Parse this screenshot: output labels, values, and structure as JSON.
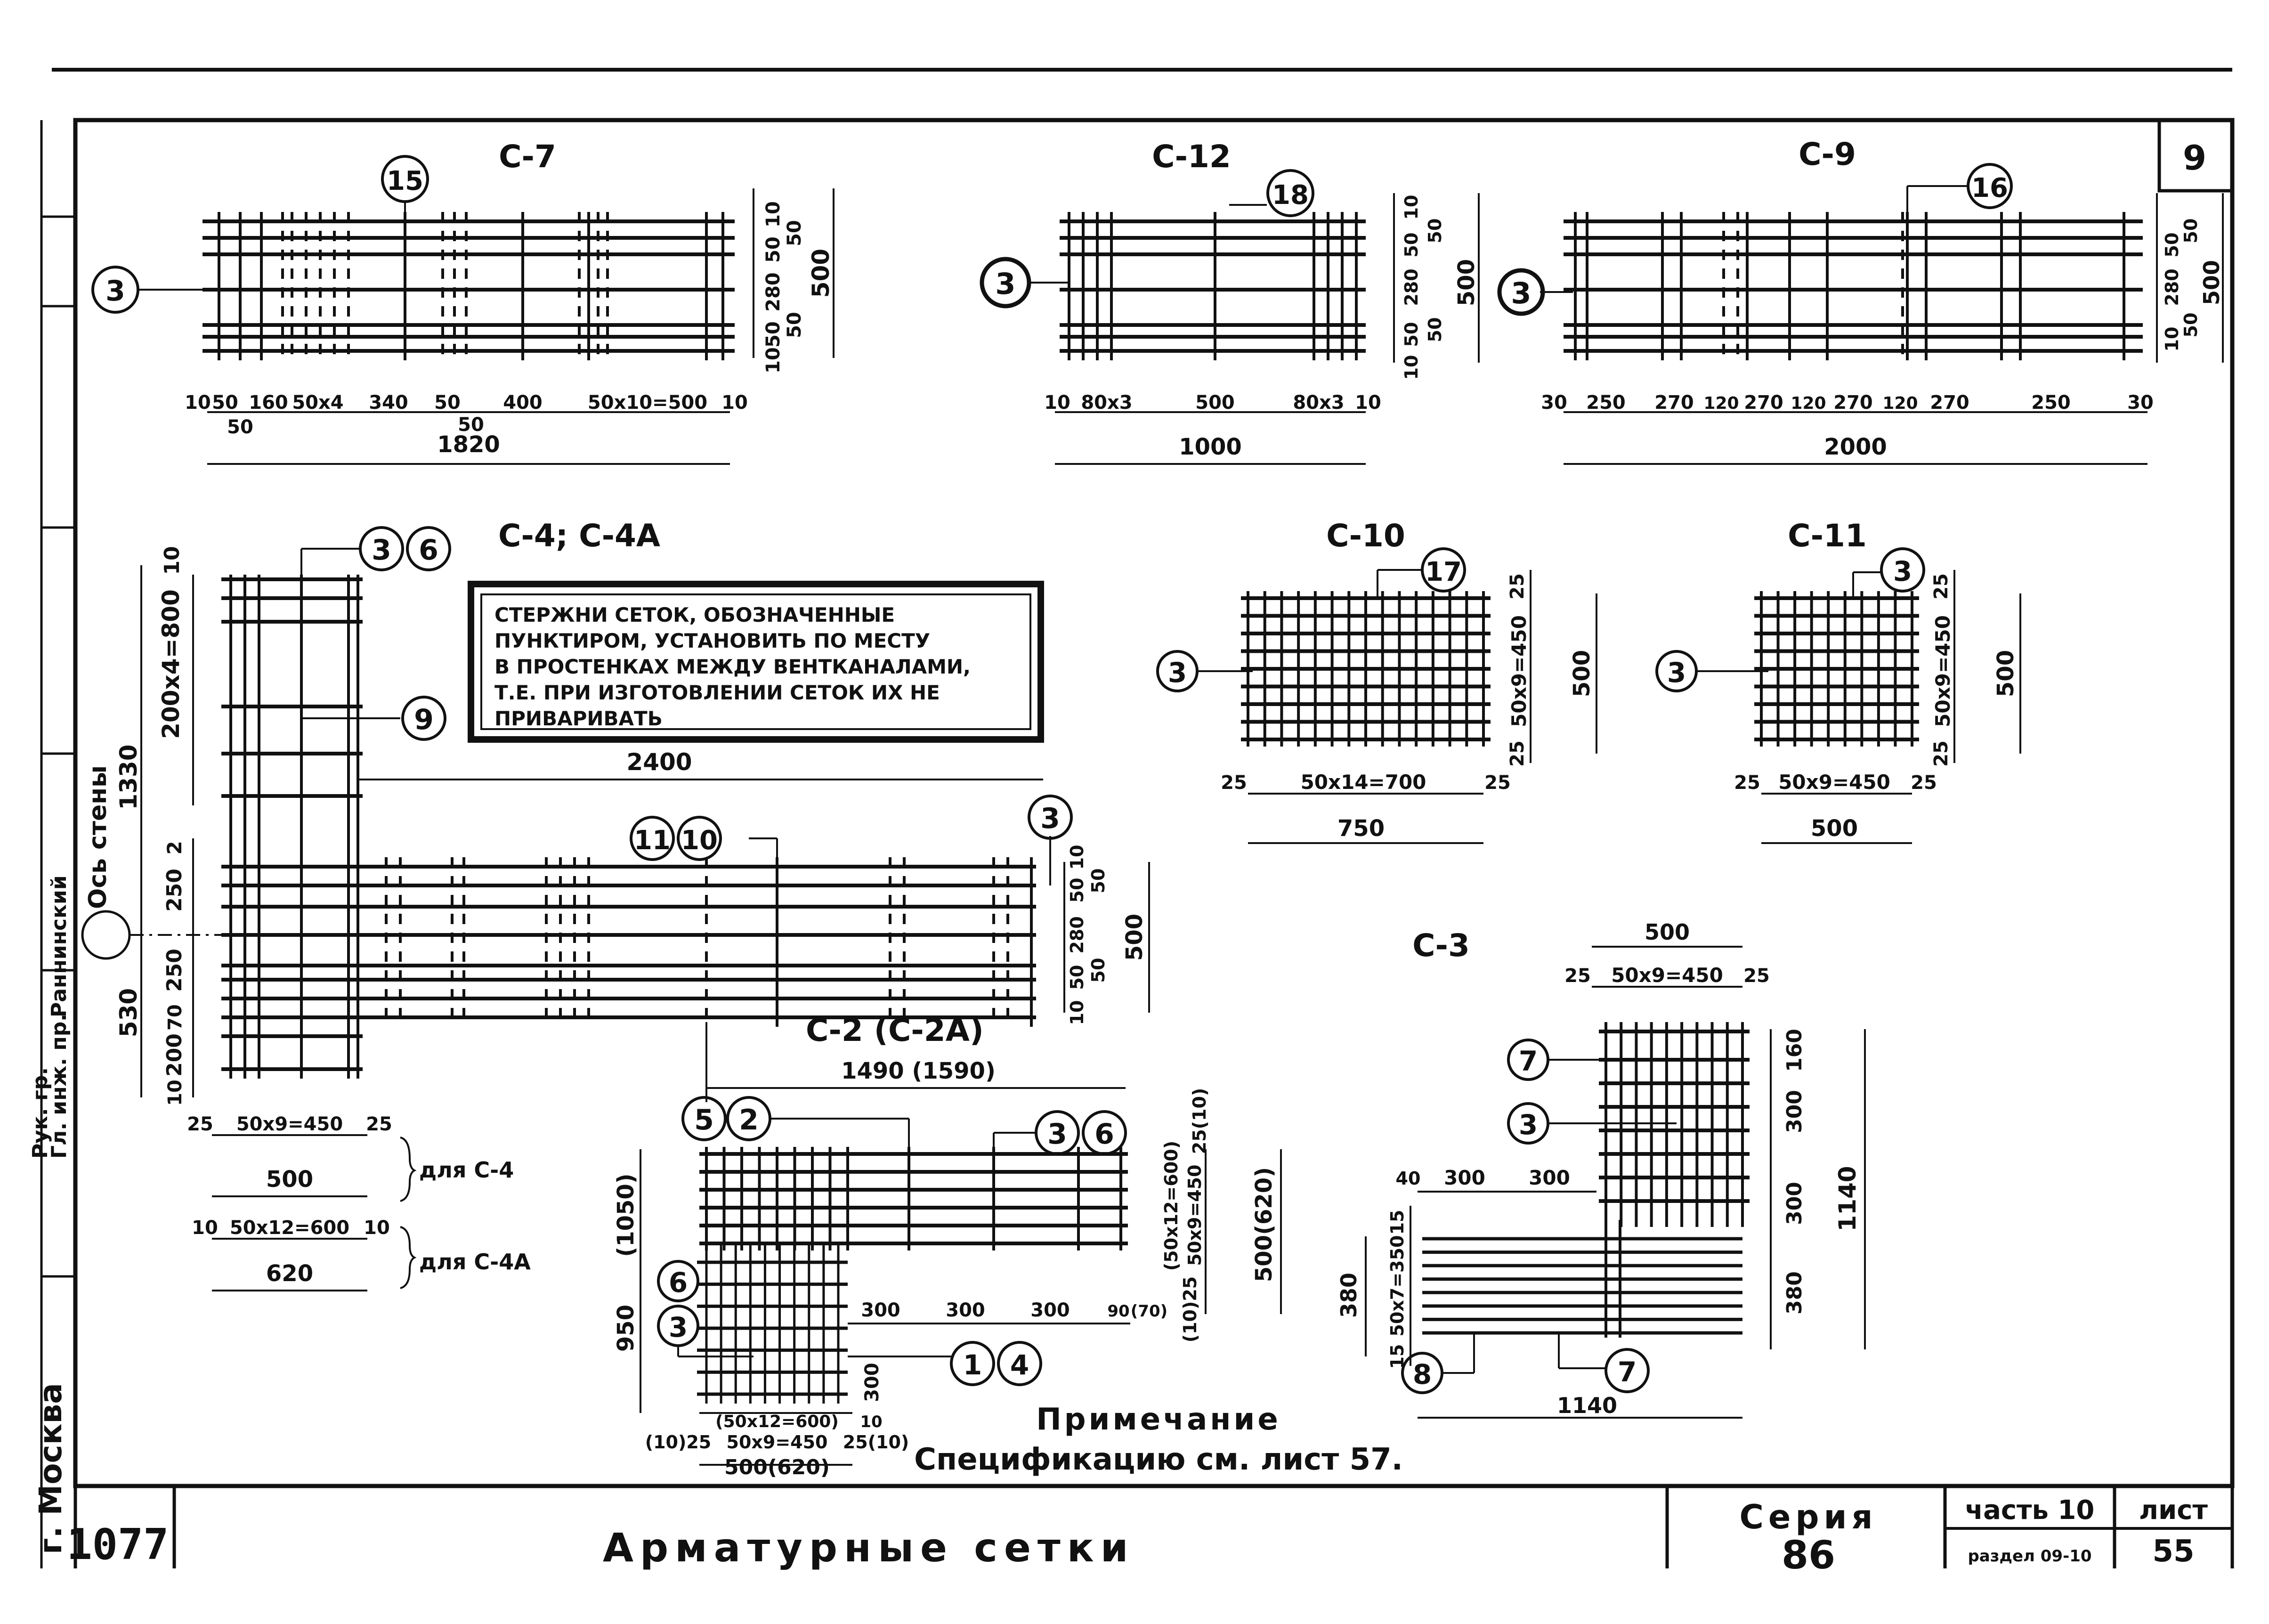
{
  "sheet_number_corner": "9",
  "meshes": {
    "c7": {
      "title": "С-7",
      "marks": [
        "3",
        "15"
      ],
      "dims_vert": [
        "10",
        "50",
        "50",
        "280",
        "50",
        "50",
        "10",
        "500"
      ],
      "dims_horiz": [
        "10",
        "50",
        "160",
        "50x4",
        "340",
        "50",
        "400",
        "50x10=500",
        "10",
        "50",
        "50"
      ],
      "total": "1820"
    },
    "c12": {
      "title": "С-12",
      "marks": [
        "3",
        "18"
      ],
      "dims_vert": [
        "10",
        "50",
        "50",
        "280",
        "50",
        "50",
        "10",
        "500"
      ],
      "dims_horiz": [
        "10",
        "80x3",
        "500",
        "80x3",
        "10"
      ],
      "total": "1000"
    },
    "c9": {
      "title": "С-9",
      "marks": [
        "3",
        "16"
      ],
      "dims_vert": [
        "50",
        "50",
        "280",
        "50",
        "10",
        "500"
      ],
      "dims_horiz": [
        "30",
        "250",
        "270",
        "120",
        "270",
        "120",
        "270",
        "120",
        "270",
        "250",
        "30"
      ],
      "total": "2000"
    },
    "c4": {
      "title": "С-4; С-4А",
      "marks": [
        "3",
        "6",
        "9"
      ],
      "dims_vert": [
        "10",
        "200x4=800",
        "1330",
        "530",
        "2",
        "250",
        "250",
        "70",
        "200",
        "10"
      ],
      "span": "2400"
    },
    "c10": {
      "title": "С-10",
      "marks": [
        "3",
        "17"
      ],
      "dims_vert": [
        "25",
        "50x9=450",
        "25",
        "500"
      ],
      "dims_horiz": [
        "25",
        "50x14=700",
        "25"
      ],
      "total": "750"
    },
    "c11": {
      "title": "С-11",
      "marks": [
        "3",
        "3"
      ],
      "dims_vert": [
        "25",
        "50x9=450",
        "25",
        "500"
      ],
      "dims_horiz": [
        "25",
        "50x9=450",
        "25"
      ],
      "total": "500"
    },
    "c2": {
      "title": "С-2 (С-2А)",
      "marks": [
        "11",
        "10",
        "3",
        "5",
        "2",
        "3",
        "6",
        "6",
        "3",
        "1",
        "4"
      ],
      "dims_right": [
        "10",
        "50",
        "50",
        "280",
        "50",
        "50",
        "10",
        "500"
      ],
      "span_top": "1490 (1590)",
      "dims_vert_r": [
        "25(10)",
        "(50x12=600)",
        "50x9=450",
        "(10)25",
        "500(620)"
      ],
      "dims_inner": [
        "300",
        "300",
        "300",
        "90",
        "(70)",
        "300"
      ],
      "dims_left": [
        "950",
        "(1050)"
      ],
      "dims_bottom": [
        "(10)25",
        "(50x12=600)",
        "50x9=450",
        "25(10)",
        "10",
        "500(620)"
      ]
    },
    "c3": {
      "title": "С-3",
      "marks": [
        "7",
        "3",
        "8",
        "7"
      ],
      "dims_top": [
        "500",
        "25",
        "50x9=450",
        "25"
      ],
      "dims_right": [
        "160",
        "300",
        "300",
        "380",
        "1140"
      ],
      "dims_mid": [
        "40",
        "300",
        "300"
      ],
      "dims_left": [
        "15",
        "50x7=350",
        "15",
        "380"
      ],
      "total": "1140"
    }
  },
  "for_c4": {
    "dims": [
      "25",
      "50x9=450",
      "25"
    ],
    "total": "500",
    "label": "для С-4"
  },
  "for_c4a": {
    "dims": [
      "10",
      "50x12=600",
      "10"
    ],
    "total": "620",
    "label": "для С-4А"
  },
  "wall_axis_label": "Ось стены",
  "note_box": "Стержни сеток, обозначенные пунктиром, установить по месту в простенках между вентканалами, т.е. при изготовлении сеток их не приваривать",
  "note_title": "Примечание",
  "note_text": "Спецификацию см. лист 57.",
  "title_block": {
    "drawing_title": "Арматурные сетки",
    "series_label": "Серия",
    "series_value": "86",
    "part_label": "часть 10",
    "section_label": "раздел 09-10",
    "sheet_label": "лист",
    "sheet_value": "55",
    "city": "г. Москва",
    "code": "1077",
    "stamp_rows": [
      "Гл. инж. пр.",
      "Рук. гр.",
      "Раннинский"
    ]
  }
}
